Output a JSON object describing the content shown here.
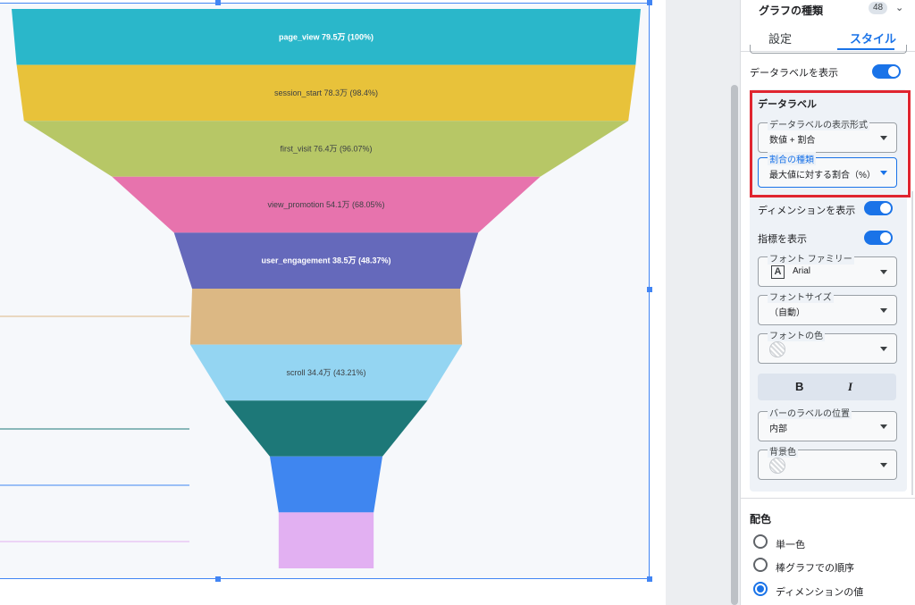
{
  "chart_data": {
    "type": "funnel",
    "stages": [
      {
        "label": "page_view 79.5万 (100%)",
        "value": 79.5,
        "percent": 100,
        "color": "#2ab7ca",
        "label_color": "#ffffff"
      },
      {
        "label": "session_start 78.3万 (98.4%)",
        "value": 78.3,
        "percent": 98.4,
        "color": "#e8c23a",
        "label_color": "#3c4043"
      },
      {
        "label": "first_visit 76.4万 (96.07%)",
        "value": 76.4,
        "percent": 96.07,
        "color": "#b7c766",
        "label_color": "#3c4043"
      },
      {
        "label": "view_promotion 54.1万 (68.05%)",
        "value": 54.1,
        "percent": 68.05,
        "color": "#e773ad",
        "label_color": "#3c4043"
      },
      {
        "label": "user_engagement 38.5万 (48.37%)",
        "value": 38.5,
        "percent": 48.37,
        "color": "#6569bb",
        "label_color": "#ffffff"
      },
      {
        "label": "",
        "percent": 42.6,
        "color": "#dcb884"
      },
      {
        "label": "scroll 34.4万 (43.21%)",
        "value": 34.4,
        "percent": 43.21,
        "color": "#94d5f2",
        "label_color": "#3c4043"
      },
      {
        "label": "",
        "percent": 32.2,
        "color": "#1d7878"
      },
      {
        "label": "",
        "percent": 17.9,
        "color": "#3f86f0"
      },
      {
        "label": "",
        "percent": 15.1,
        "color": "#e2b0f2"
      }
    ]
  },
  "panel": {
    "chart_type_label": "グラフの種類",
    "chart_type_badge": "48",
    "tabs": {
      "setup": "設定",
      "style": "スタイル"
    },
    "show_data_labels": "データラベルを表示",
    "data_label_section": "データラベル",
    "label_format": {
      "label": "データラベルの表示形式",
      "value": "数値 + 割合"
    },
    "ratio_type": {
      "label": "割合の種類",
      "value": "最大値に対する割合（%）"
    },
    "show_dimension": "ディメンションを表示",
    "show_metric": "指標を表示",
    "font_family": {
      "label": "フォント ファミリー",
      "value": "Arial",
      "icon": "A"
    },
    "font_size": {
      "label": "フォントサイズ",
      "value": "（自動）"
    },
    "font_color": {
      "label": "フォントの色"
    },
    "bold": "B",
    "italic": "I",
    "bar_label_position": {
      "label": "バーのラベルの位置",
      "value": "内部"
    },
    "background_color": {
      "label": "背景色"
    },
    "color_section": "配色",
    "color_options": [
      "単一色",
      "棒グラフでの順序",
      "ディメンションの値"
    ],
    "color_selected_index": 2
  }
}
